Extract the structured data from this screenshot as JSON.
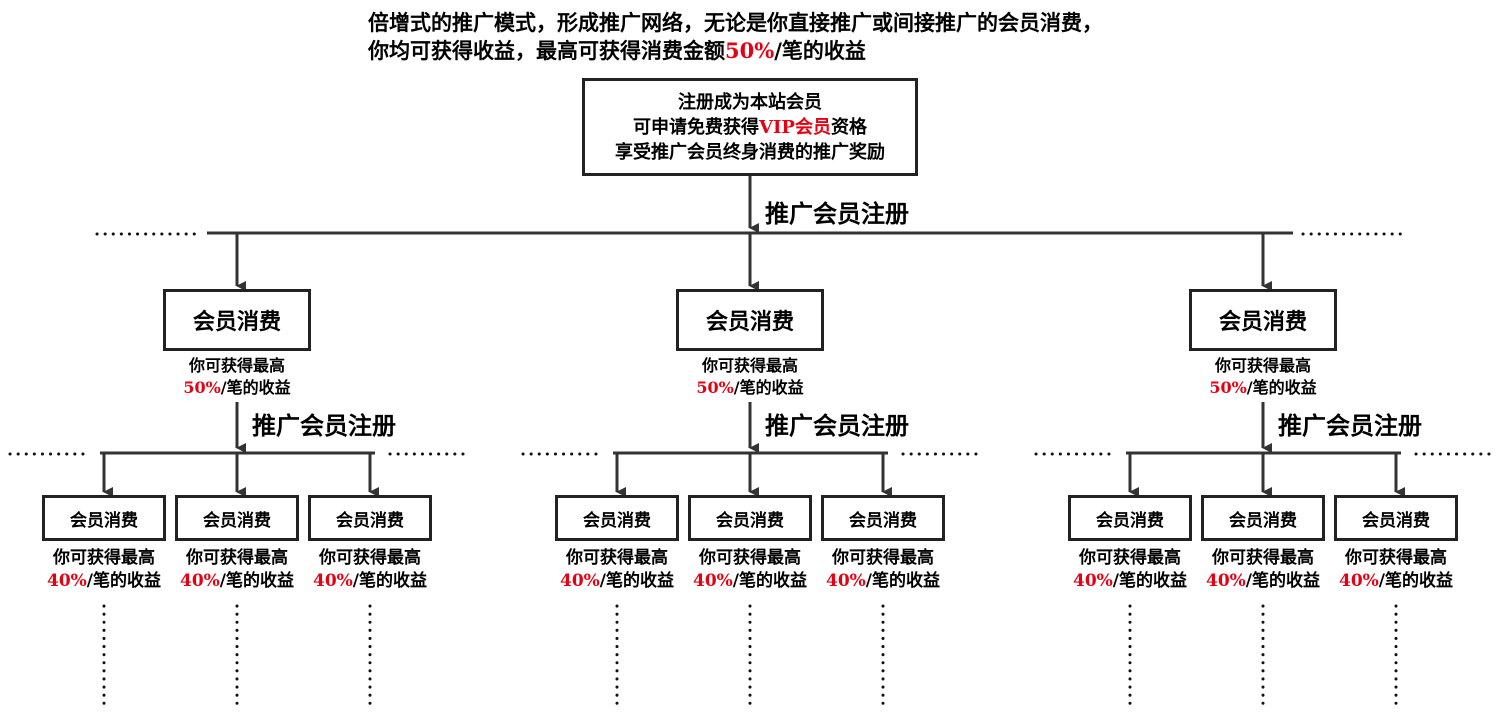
{
  "header": {
    "line1": "倍增式的推广模式，形成推广网络，无论是你直接推广或间接推广的会员消费，",
    "line2_prefix": "你均可获得收益，最高可获得消费金额",
    "line2_highlight": "50%",
    "line2_suffix": "/笔的收益"
  },
  "top_box": {
    "line1": "注册成为本站会员",
    "line2_prefix": "可申请免费获得",
    "line2_highlight": "VIP会员",
    "line2_suffix": "资格",
    "line3": "享受推广会员终身消费的推广奖励"
  },
  "register_label": "推广会员注册",
  "member_box_label": "会员消费",
  "earn_label": "你可获得最高",
  "level1_percent": "50%",
  "level2_percent": "40%",
  "per_order_suffix": "/笔的收益",
  "colors": {
    "highlight": "#e60012",
    "line": "#333333"
  }
}
